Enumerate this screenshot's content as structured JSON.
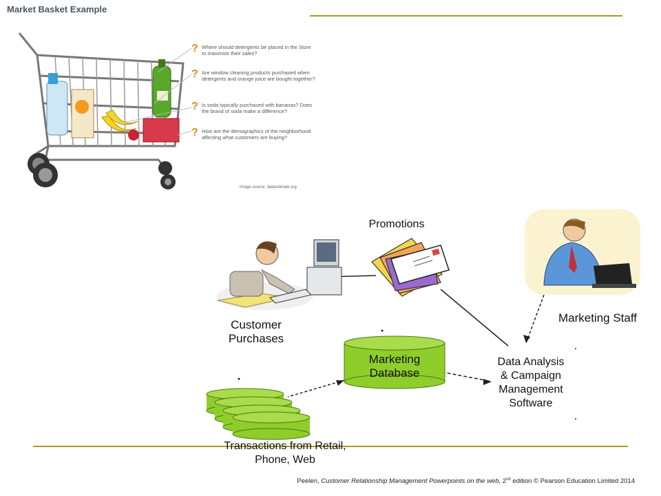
{
  "market_basket": {
    "title": "Market Basket Example",
    "questions": [
      "Where should detergents be placed in the Store to maximize their sales?",
      "Are window cleaning products purchased when detergents and orange juice are bought together?",
      "Is soda typically purchased with bananas? Does the brand of soda make a difference?",
      "How are the demographics of the neighborhood affecting what customers are buying?"
    ],
    "question_mark": "?",
    "image_source": "Image source: datasolmate.org"
  },
  "diagram": {
    "promotions": "Promotions",
    "customer_purchases": [
      "Customer",
      "Purchases"
    ],
    "marketing_staff": "Marketing Staff",
    "marketing_database": [
      "Marketing",
      "Database"
    ],
    "data_analysis": [
      "Data Analysis",
      "& Campaign",
      "Management",
      "Software"
    ],
    "transactions": [
      "Transactions from Retail,",
      "Phone, Web"
    ]
  },
  "footer": {
    "author": "Peelen, ",
    "title_italic": "Customer Relationship Management Powerpoints on the web,",
    "edition_num": " 2",
    "edition_sup": "nd",
    "rest": " edition © Pearson Education Limited 2014"
  },
  "colors": {
    "accent_rule": "#a89a1e",
    "database_green": "#8fce2a",
    "question_orange": "#e08a1e"
  }
}
